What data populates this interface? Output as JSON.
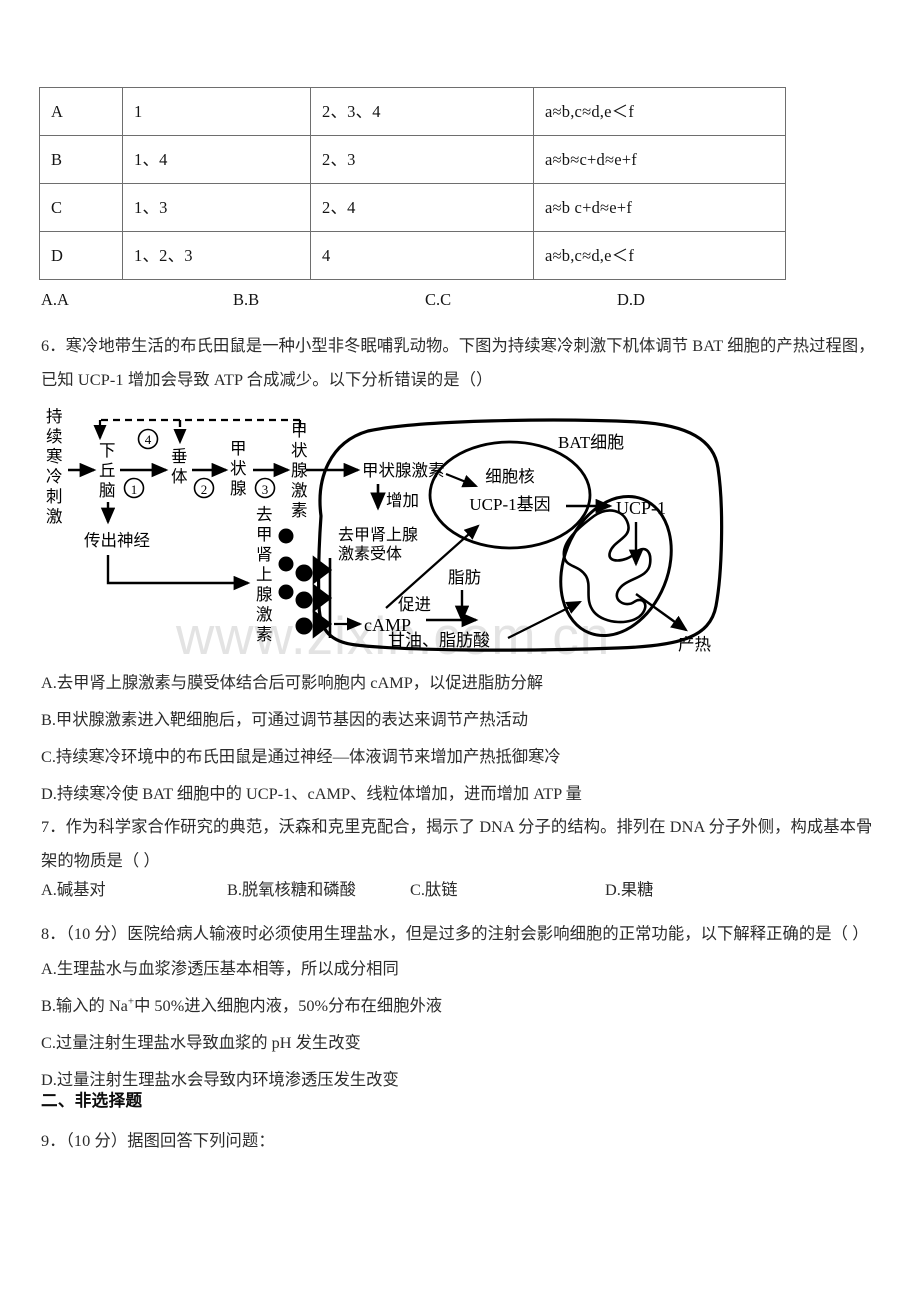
{
  "table": {
    "columns": [
      "choice",
      "group1",
      "group2",
      "relation"
    ],
    "rows": [
      {
        "choice": "A",
        "group1": "1",
        "group2": "2、3、4",
        "relation": "a≈b,c≈d,e＜f"
      },
      {
        "choice": "B",
        "group1": "1、4",
        "group2": "2、3",
        "relation": "a≈b≈c+d≈e+f"
      },
      {
        "choice": "C",
        "group1": "1、3",
        "group2": "2、4",
        "relation": "a≈b c+d≈e+f"
      },
      {
        "choice": "D",
        "group1": "1、2、3",
        "group2": "4",
        "relation": "a≈b,c≈d,e＜f"
      }
    ]
  },
  "answer_strip": [
    "A.A",
    "B.B",
    "C.C",
    "D.D"
  ],
  "q6": {
    "line1": "6．寒冷地带生活的布氏田鼠是一种小型非冬眠哺乳动物。下图为持续寒冷刺激下机体调节 BAT 细胞的产热过程图，",
    "line2": "已知 UCP-1 增加会导致 ATP 合成减少。以下分析错误的是（）",
    "options": [
      "A.去甲肾上腺激素与膜受体结合后可影响胞内 cAMP，以促进脂肪分解",
      "B.甲状腺激素进入靶细胞后，可通过调节基因的表达来调节产热活动",
      "C.持续寒冷环境中的布氏田鼠是通过神经—体液调节来增加产热抵御寒冷",
      "D.持续寒冷使 BAT 细胞中的 UCP-1、cAMP、线粒体增加，进而增加 ATP 量"
    ]
  },
  "diagram": {
    "watermark": "www.zixin.com.cn",
    "labels": {
      "cold_stimulus": "持续寒冷刺激",
      "hypothalamus": "下丘脑",
      "pituitary": "垂体",
      "thyroid": "甲状腺",
      "thyroid_hormone_out": "甲状腺激素",
      "efferent_nerve": "传出神经",
      "norepinephrine": "去甲肾上腺激素",
      "step1": "①",
      "step2": "②",
      "step3": "③",
      "step4": "④",
      "bat_cell": "BAT细胞",
      "thyroid_hormone_in": "甲状腺激素",
      "increase": "增加",
      "nucleus": "细胞核",
      "ucp1_gene": "UCP-1基因",
      "ucp1": "UCP-1",
      "ne_receptor_l1": "去甲肾上腺",
      "ne_receptor_l2": "激素受体",
      "camp": "cAMP",
      "promote": "促进",
      "fat": "脂肪",
      "glycerol_fatty_acid": "甘油、脂肪酸",
      "heat_production": "产热"
    }
  },
  "q7": {
    "line1": "7．作为科学家合作研究的典范，沃森和克里克配合，揭示了 DNA 分子的结构。排列在 DNA 分子外侧，构成基本骨",
    "line2": "架的物质是（    ）",
    "options": [
      "A.碱基对",
      "B.脱氧核糖和磷酸",
      "C.肽链",
      "D.果糖"
    ]
  },
  "q8": {
    "line1": "8．（10 分）医院给病人输液时必须使用生理盐水，但是过多的注射会影响细胞的正常功能，以下解释正确的是（    ）",
    "options": [
      {
        "prefix": "A.生理盐水与血浆渗透压基本相等，所以成分相同",
        "sup": "",
        "suffix": ""
      },
      {
        "prefix": "B.输入的 Na",
        "sup": "+",
        "suffix": "中 50%进入细胞内液，50%分布在细胞外液"
      },
      {
        "prefix": "C.过量注射生理盐水导致血浆的 pH 发生改变",
        "sup": "",
        "suffix": ""
      },
      {
        "prefix": "D.过量注射生理盐水会导致内环境渗透压发生改变",
        "sup": "",
        "suffix": ""
      }
    ]
  },
  "section2": {
    "heading": "二、非选择题",
    "q9": "9．（10 分）据图回答下列问题："
  }
}
